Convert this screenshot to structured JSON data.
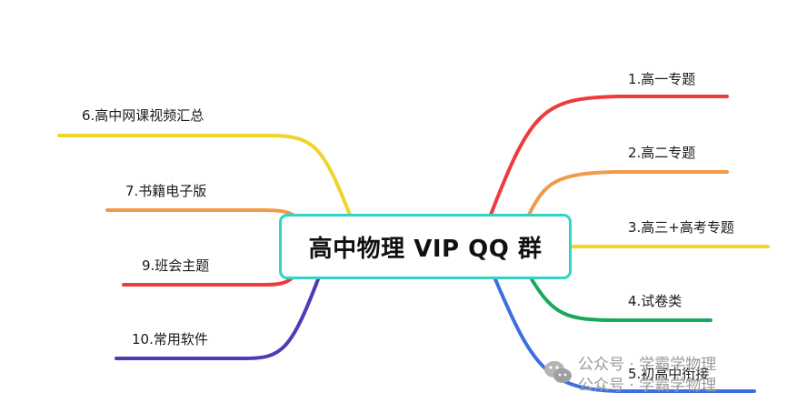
{
  "center": {
    "title": "高中物理 VIP QQ 群",
    "border_color": "#2fd4c4"
  },
  "branches": [
    {
      "label": "1.高一专题",
      "color": "#ee3b3b"
    },
    {
      "label": "2.高二专题",
      "color": "#f19a4a"
    },
    {
      "label": "3.高三+高考专题",
      "color": "#f3d529"
    },
    {
      "label": "4.试卷类",
      "color": "#1aa85a"
    },
    {
      "label": "5.初高中衔接",
      "color": "#3e6fe0"
    },
    {
      "label": "6.高中网课视频汇总",
      "color": "#f0d42c"
    },
    {
      "label": "7.书籍电子版",
      "color": "#f19a4a"
    },
    {
      "label": "9.班会主题",
      "color": "#ee3b3b"
    },
    {
      "label": "10.常用软件",
      "color": "#4b3db8"
    }
  ],
  "watermark": {
    "line1": "公众号 · 学霸学物理",
    "line2": "公众号 · 学霸学物理"
  }
}
